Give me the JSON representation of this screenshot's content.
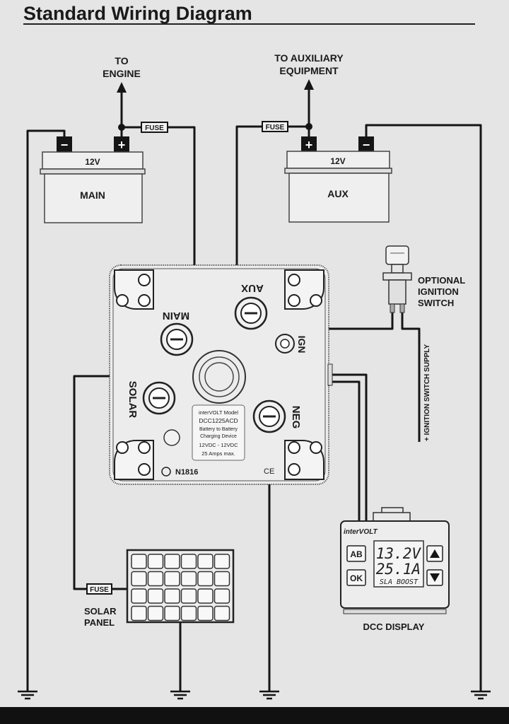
{
  "title": "Standard Wiring Diagram",
  "labels": {
    "to_engine_line1": "TO",
    "to_engine_line2": "ENGINE",
    "to_aux_line1": "TO AUXILIARY",
    "to_aux_line2": "EQUIPMENT",
    "fuse": "FUSE",
    "optional_line1": "OPTIONAL",
    "optional_line2": "IGNITION",
    "optional_line3": "SWITCH",
    "ignition_supply": "+ IGNITION SWITCH SUPPLY",
    "solar_line1": "SOLAR",
    "solar_line2": "PANEL",
    "dcc_display": "DCC DISPLAY"
  },
  "batteries": {
    "main": {
      "voltage": "12V",
      "name": "MAIN",
      "neg": "−",
      "pos": "+"
    },
    "aux": {
      "voltage": "12V",
      "name": "AUX",
      "neg": "−",
      "pos": "+"
    }
  },
  "device": {
    "terminal_main": "MAIN",
    "terminal_aux": "AUX",
    "terminal_ign": "IGN",
    "terminal_solar": "SOLAR",
    "terminal_neg": "NEG",
    "model_lines": [
      "interVOLT Model",
      "DCC1225ACD",
      "Battery to Battery",
      "Charging Device",
      "12VDC - 12VDC",
      "25 Amps max."
    ],
    "serial": "N1816",
    "ce": "CE"
  },
  "display": {
    "brand": "interVOLT",
    "btn_ab": "AB",
    "btn_ok": "OK",
    "line1": "13.2V",
    "line2": "25.1A",
    "line3": "SLA BOOST"
  },
  "colors": {
    "wire": "#151515",
    "paper": "#e6e6e6",
    "device": "#ececec"
  }
}
